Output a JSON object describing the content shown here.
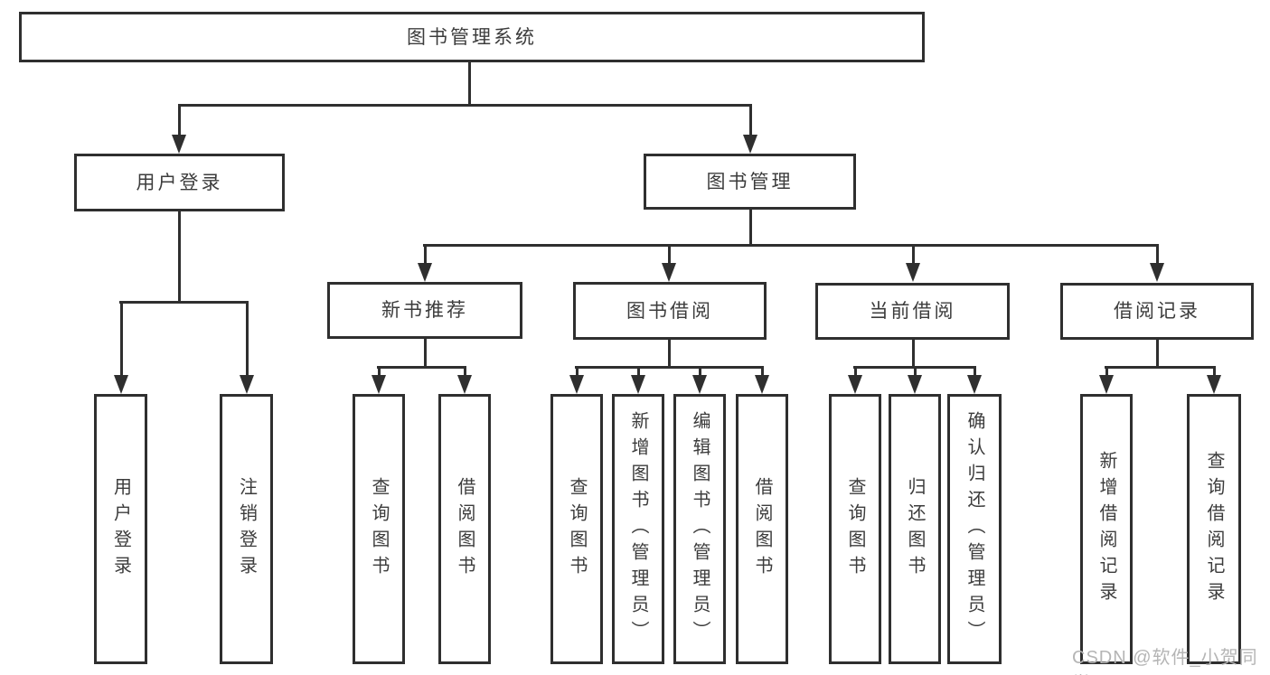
{
  "tree": {
    "label": "图书管理系统",
    "children": [
      {
        "label": "用户登录",
        "children": [
          {
            "label": "用户登录"
          },
          {
            "label": "注销登录"
          }
        ]
      },
      {
        "label": "图书管理",
        "children": [
          {
            "label": "新书推荐",
            "children": [
              {
                "label": "查询图书"
              },
              {
                "label": "借阅图书"
              }
            ]
          },
          {
            "label": "图书借阅",
            "children": [
              {
                "label": "查询图书"
              },
              {
                "label": "新增图书（管理员）"
              },
              {
                "label": "编辑图书（管理员）"
              },
              {
                "label": "借阅图书"
              }
            ]
          },
          {
            "label": "当前借阅",
            "children": [
              {
                "label": "查询图书"
              },
              {
                "label": "归还图书"
              },
              {
                "label": "确认归还（管理员）"
              }
            ]
          },
          {
            "label": "借阅记录",
            "children": [
              {
                "label": "新增借阅记录"
              },
              {
                "label": "查询借阅记录"
              }
            ]
          }
        ]
      }
    ]
  },
  "watermark": "CSDN @软件_小贺同学",
  "colors": {
    "line": "#2f2f2f",
    "text": "#3c3c3c",
    "watermark": "#b5b5b5",
    "background": "#ffffff"
  }
}
